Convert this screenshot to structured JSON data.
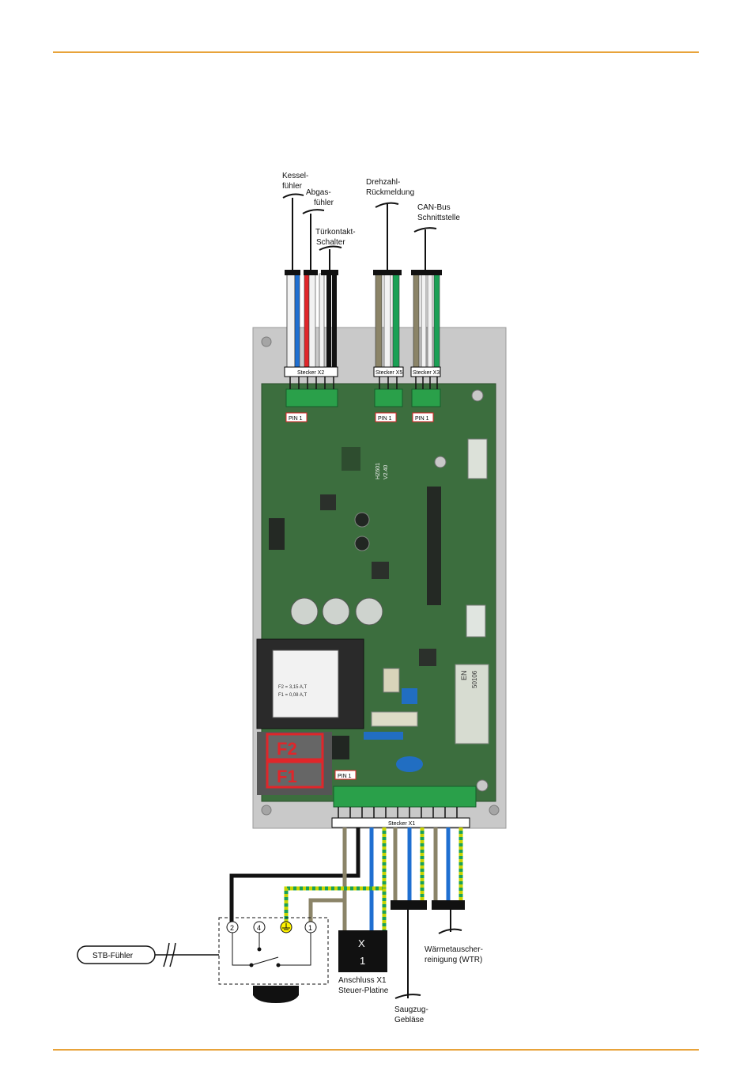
{
  "header_rule_color": "#e8a33a",
  "labels": {
    "kessel_1": "Kessel-",
    "kessel_2": "fühler",
    "abgas_1": "Abgas-",
    "abgas_2": "fühler",
    "tuer_1": "Türkontakt-",
    "tuer_2": "Schalter",
    "drehzahl_1": "Drehzahl-",
    "drehzahl_2": "Rückmeldung",
    "can_1": "CAN-Bus",
    "can_2": "Schnittstelle",
    "stecker_x2": "Stecker X2",
    "stecker_x5": "Stecker X5",
    "stecker_x3": "Stecker X3",
    "stecker_x1": "Stecker X1",
    "pin1_a": "PIN 1",
    "pin1_b": "PIN 1",
    "pin1_c": "PIN 1",
    "pin1_d": "PIN 1",
    "fuse_f2": "F2",
    "fuse_f1": "F1",
    "stb": "STB-Fühler",
    "term_2": "2",
    "term_4": "4",
    "term_1": "1",
    "x1_big_1": "X",
    "x1_big_2": "1",
    "anschluss_1": "Anschluss X1",
    "anschluss_2": "Steuer-Platine",
    "saugzug_1": "Saugzug-",
    "saugzug_2": "Gebläse",
    "wtr_1": "Wärmetauscher-",
    "wtr_2": "reinigung (WTR)",
    "board_ver_1": "HZ601",
    "board_ver_2": "V2.40",
    "en_1": "EN",
    "en_2": "50106",
    "fuse_text_1": "F1 = 0,08 A,T",
    "fuse_text_2": "F2 = 3,15 A,T"
  },
  "wire_colors": {
    "white": "#f2f2f2",
    "blue": "#1f6fd1",
    "red": "#e0262a",
    "black": "#111111",
    "brown": "#8b8468",
    "green": "#1aa055",
    "yellow_green": "#c8d400"
  }
}
